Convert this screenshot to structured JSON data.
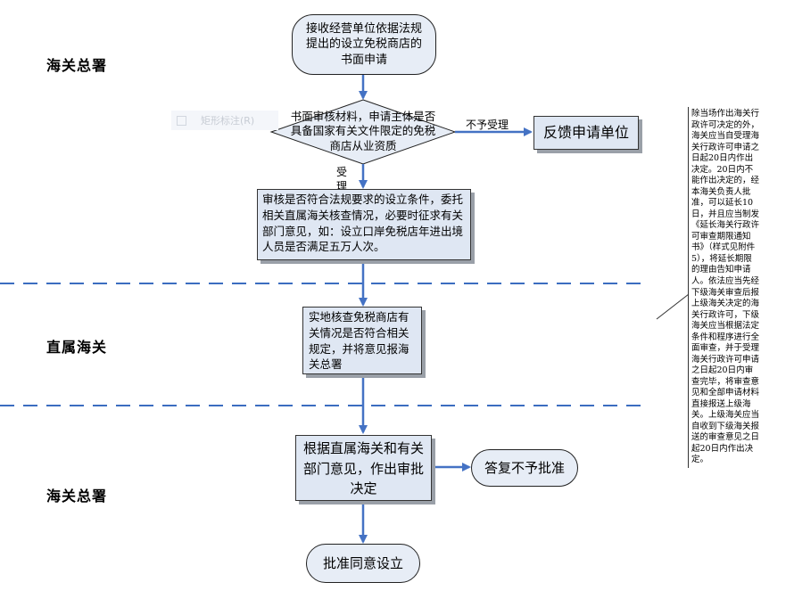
{
  "lanes": {
    "top": "海关总署",
    "middle": "直属海关",
    "bottom": "海关总署"
  },
  "nodes": {
    "start": "接收经营单位依据法规提出的设立免税商店的书面申请",
    "decision": "书面审核材料，申请主体是否具备国家有关文件限定的免税商店从业资质",
    "feedback": "反馈申请单位",
    "review": "审核是否符合法规要求的设立条件，委托相关直属海关核查情况，必要时征求有关部门意见，如：设立口岸免税店年进出境人员是否满足五万人次。",
    "inspect": "实地核查免税商店有关情况是否符合相关规定，并将意见报海关总署",
    "decide": "根据直属海关和有关部门意见，作出审批决定",
    "reject": "答复不予批准",
    "approve": "批准同意设立"
  },
  "edges": {
    "not_accept": "不予受理",
    "accept": "受理"
  },
  "ghost_label": "矩形标注(R)",
  "note": "除当场作出海关行政许可决定的外，海关应当自受理海关行政许可申请之日起20日内作出决定。20日内不能作出决定的，经本海关负责人批准，可以延长10日，并且应当制发《延长海关行政许可审查期限通知书》（样式见附件5），将延长期限的理由告知申请人。依法应当先经下级海关审查后报上级海关决定的海关行政许可，下级海关应当根据法定条件和程序进行全面审查，并于受理海关行政许可申请之日起20日内审查完毕，将审查意见和全部申请材料直接报送上级海关。上级海关应当自收到下级海关报送的审查意见之日起20日内作出决定。"
}
